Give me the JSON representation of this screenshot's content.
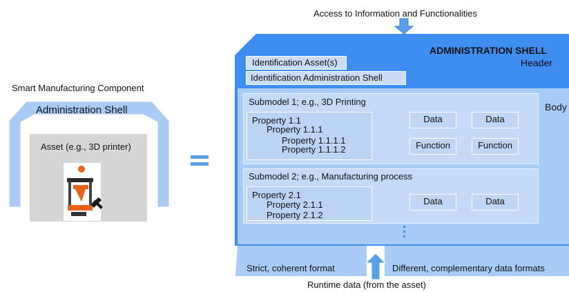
{
  "top_caption": "Access to Information and Functionalities",
  "left": {
    "caption": "Smart Manufacturing Component",
    "shell_label": "Administration Shell",
    "asset_label": "Asset (e.g., 3D printer)"
  },
  "shell": {
    "title": "ADMINISTRATION SHELL",
    "header_label": "Header",
    "body_label": "Body",
    "identification_asset": "Identification Asset(s)",
    "identification_shell": "Identification Administration Shell"
  },
  "submodel1": {
    "title": "Submodel 1; e.g., 3D Printing",
    "properties": [
      "Property 1.1",
      "Property 1.1.1",
      "Property 1.1.1.1",
      "Property 1.1.1.2"
    ],
    "data_boxes": [
      "Data",
      "Data",
      "Function",
      "Function"
    ]
  },
  "submodel2": {
    "title": "Submodel 2; e.g., Manufacturing process",
    "properties": [
      "Property 2.1",
      "Property 2.1.1",
      "Property 2.1.2"
    ],
    "data_boxes": [
      "Data",
      "Data"
    ]
  },
  "bottom": {
    "left_format": "Strict, coherent format",
    "right_format": "Different, complementary data formats",
    "runtime": "Runtime data (from the asset)"
  },
  "colors": {
    "shell_blue": "#3d8ef0",
    "light_blue": "#a9ccf6",
    "arrow_blue": "#5aa0e6"
  }
}
